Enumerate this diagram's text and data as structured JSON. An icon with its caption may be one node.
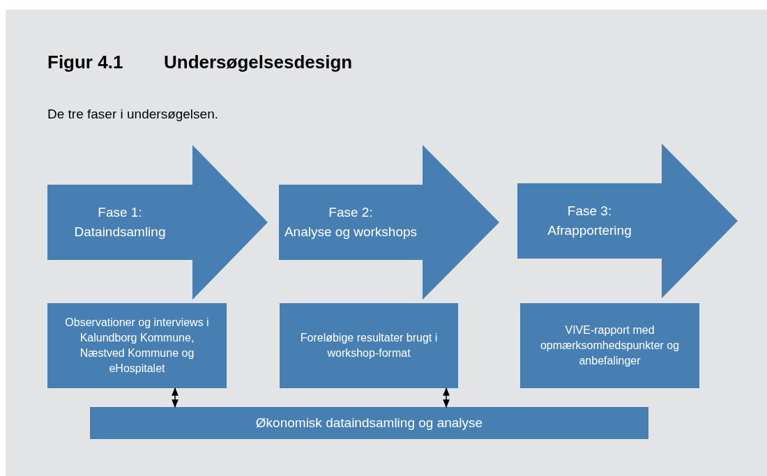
{
  "diagram": {
    "title": "Undersøgelsesdesign",
    "caption": "De tre faser i undersøgelsen.",
    "nodes": [
      {
        "text": [
          "Fase 1:",
          "Dataindsamling"
        ]
      },
      {
        "text": [
          "Fase 2:",
          "Analyse og workshops"
        ]
      },
      {
        "text": [
          "Fase 3:",
          "Afrapportering"
        ]
      },
      {
        "text": [
          "Observationer og interviews i Kalundborg Kommune, Næstved Kommune og eHospitalet"
        ]
      },
      {
        "text": [
          "Foreløbige resultater brugt i workshop-format"
        ]
      },
      {
        "text": [
          "VIVE-rapport med opmærksomhedspunkter og anbefalinger"
        ]
      },
      {
        "text": [
          "Økonomisk dataindsamling og analyse"
        ]
      }
    ],
    "edges": [
      {
        "from": 3,
        "to": 6,
        "arrow": "both"
      },
      {
        "from": 4,
        "to": 6,
        "arrow": "both"
      }
    ],
    "labels": [
      "Figur 4.1"
    ]
  }
}
